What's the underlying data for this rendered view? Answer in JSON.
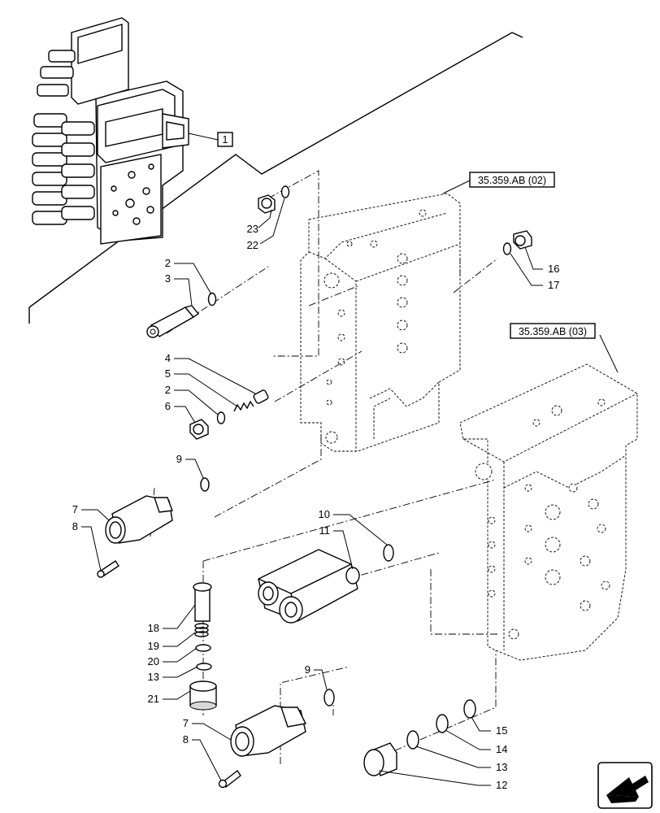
{
  "diagram": {
    "reference_boxes": {
      "box_1": "1",
      "section_02": "35.359.AB (02)",
      "section_03": "35.359.AB (03)"
    },
    "callouts": {
      "c23": "23",
      "c22": "22",
      "c2a": "2",
      "c3": "3",
      "c4": "4",
      "c5": "5",
      "c2b": "2",
      "c6": "6",
      "c9a": "9",
      "c7a": "7",
      "c8a": "8",
      "c16": "16",
      "c17": "17",
      "c10": "10",
      "c11": "11",
      "c18": "18",
      "c19": "19",
      "c20": "20",
      "c13a": "13",
      "c21": "21",
      "c9b": "9",
      "c7b": "7",
      "c8b": "8",
      "c15": "15",
      "c14": "14",
      "c13b": "13",
      "c12": "12"
    },
    "icons": {
      "navigation": "arrow-back-icon"
    }
  }
}
